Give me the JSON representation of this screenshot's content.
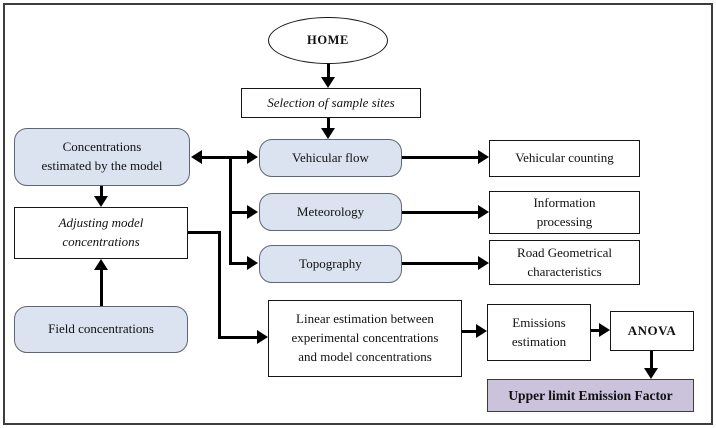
{
  "figure": {
    "type": "flowchart",
    "nodes": {
      "home": "HOME",
      "selection": "Selection of sample sites",
      "concentrations": "Concentrations\nestimated by the model",
      "adjusting": "Adjusting model\nconcentrations",
      "field": "Field concentrations",
      "vehicular_flow": "Vehicular flow",
      "meteorology": "Meteorology",
      "topography": "Topography",
      "vehicular_counting": "Vehicular counting",
      "information": "Information\nprocessing",
      "road": "Road Geometrical\ncharacteristics",
      "linear": "Linear estimation between\nexperimental concentrations\nand model concentrations",
      "emissions": "Emissions\nestimation",
      "anova": "ANOVA",
      "upper_limit": "Upper limit Emission Factor"
    },
    "colors": {
      "node_fill_blue": "#dbe3f0",
      "node_fill_purple": "#cbc2db",
      "node_border_rounded": "#5d6778",
      "line": "#000000"
    }
  }
}
